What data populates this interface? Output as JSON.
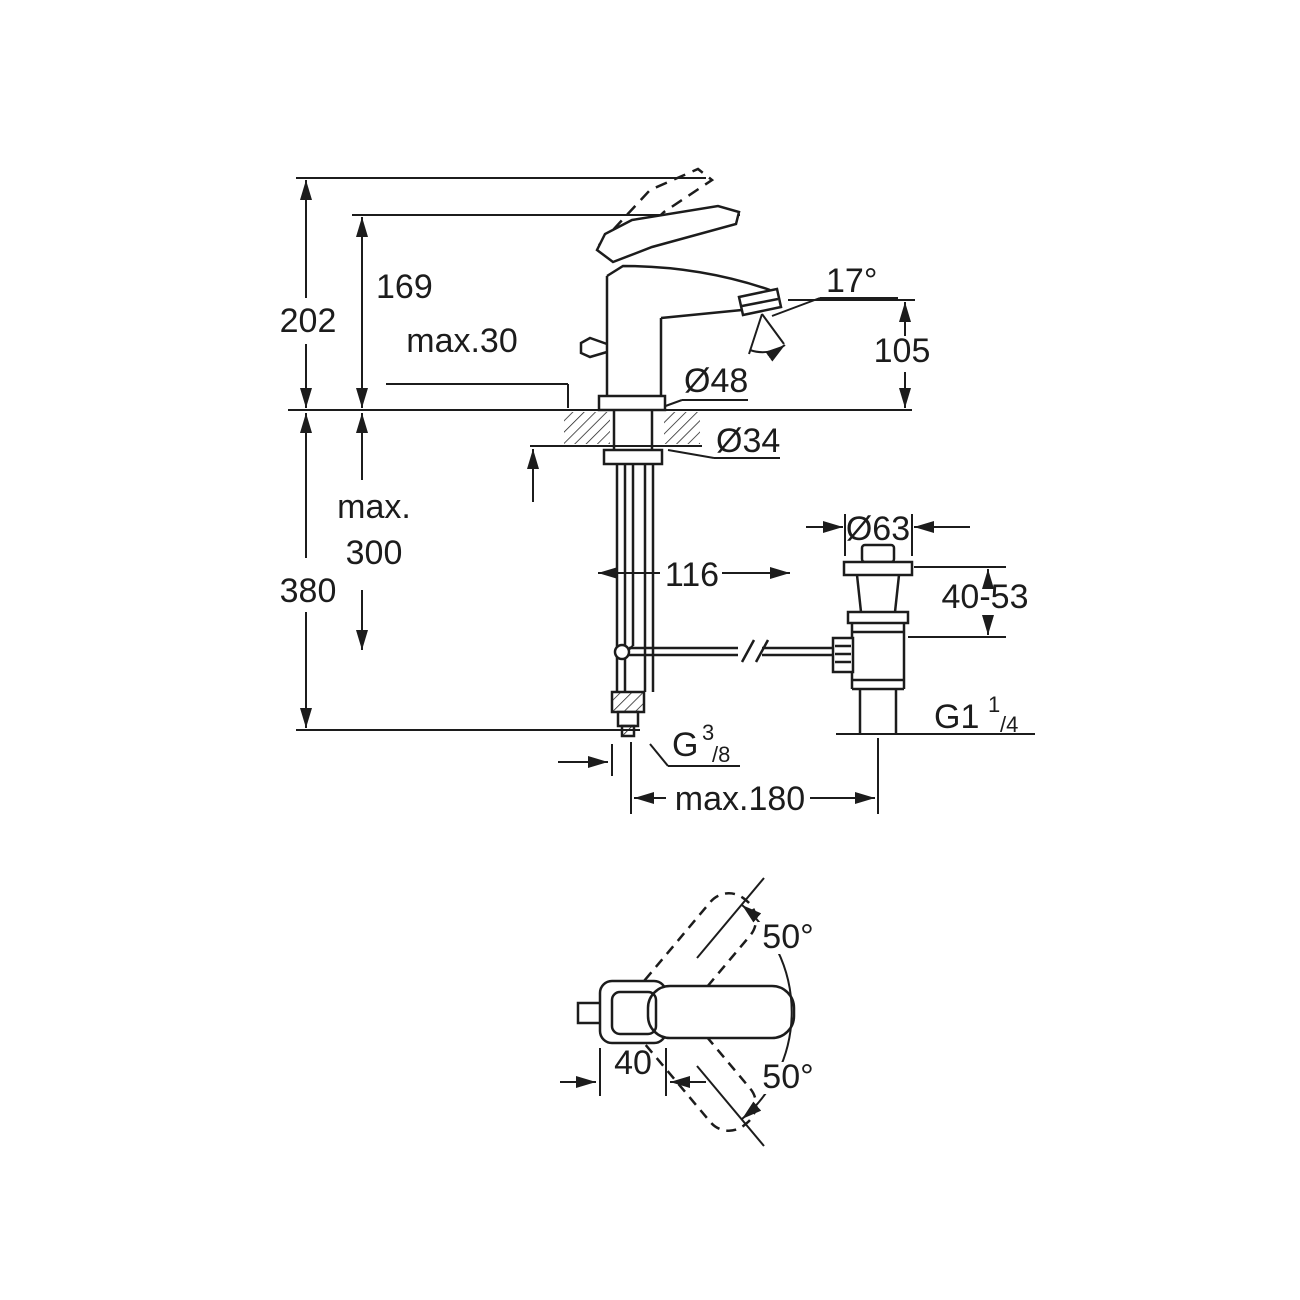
{
  "drawing": {
    "labels": {
      "h202": "202",
      "h169": "169",
      "max30": "max.30",
      "d48": "Ø48",
      "a17": "17°",
      "h105": "105",
      "d34": "Ø34",
      "max_word": "max.",
      "max300": "300",
      "h380": "380",
      "w116": "116",
      "d63": "Ø63",
      "r4053": "40-53",
      "g114_base": "G1",
      "g114_sup": "1",
      "g114_sub": "/4",
      "g38_base": "G",
      "g38_sup": "3",
      "g38_sub": "/8",
      "max180": "max.180",
      "swivel_top": "50°",
      "swivel_bottom": "50°",
      "w40": "40"
    },
    "colors": {
      "ink": "#1c1c1c",
      "paper": "#ffffff"
    }
  }
}
